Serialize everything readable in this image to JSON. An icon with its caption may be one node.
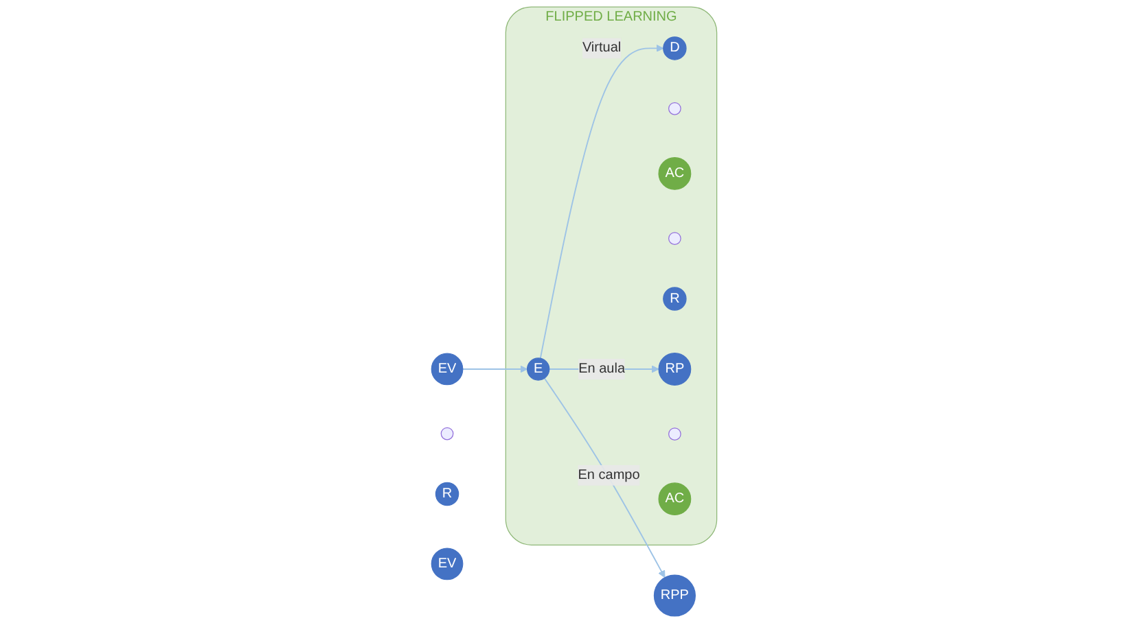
{
  "diagram": {
    "nodes": [
      {
        "text": [
          "EV"
        ]
      },
      {
        "text": [
          "FLIPPED LEARNING"
        ]
      },
      {
        "text": [
          "E"
        ],
        "in": 1
      },
      {
        "text": [
          "D"
        ],
        "in": 1
      },
      {
        "text": [],
        "shape": "circle",
        "in": 1
      },
      {
        "text": [
          "AC"
        ],
        "in": 1
      },
      {
        "text": [],
        "shape": "circle",
        "in": 1
      },
      {
        "text": [
          "R"
        ],
        "in": 1
      },
      {
        "text": [
          "RP"
        ],
        "in": 1
      },
      {
        "text": [],
        "shape": "circle",
        "in": 1
      },
      {
        "text": [
          "AC"
        ],
        "in": 1
      },
      {
        "text": [
          "RPP"
        ]
      },
      {
        "text": [],
        "shape": "circle"
      },
      {
        "text": [
          "R"
        ]
      },
      {
        "text": [
          "EV"
        ]
      }
    ],
    "edges": [
      {
        "from": 0,
        "to": 2,
        "arrow": "to"
      },
      {
        "from": 2,
        "to": 3,
        "label": "Virtual",
        "arrow": "to"
      },
      {
        "from": 2,
        "to": 8,
        "label": "En aula",
        "arrow": "to"
      },
      {
        "from": 2,
        "to": 11,
        "label": "En campo",
        "arrow": "to"
      }
    ]
  }
}
